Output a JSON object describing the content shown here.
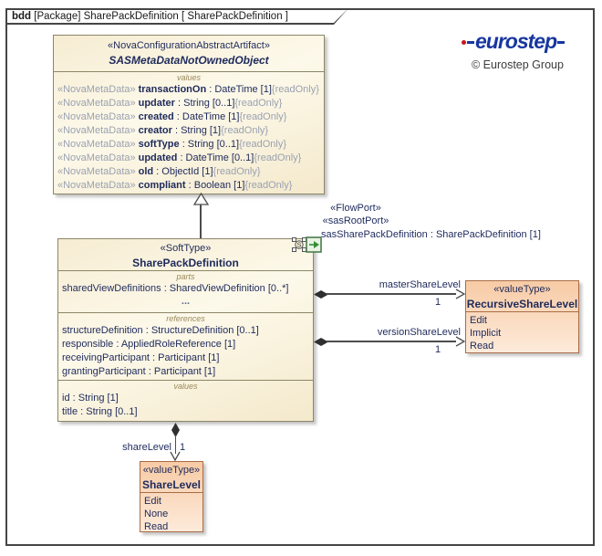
{
  "frame": {
    "kind": "bdd",
    "title": " [Package] SharePackDefinition [ SharePackDefinition ]"
  },
  "logo": {
    "word": "eurostep",
    "copyright": "© Eurostep Group",
    "blue": "#17379f",
    "red": "#c8161d"
  },
  "classes": {
    "sas": {
      "stereotype": "«NovaConfigurationAbstractArtifact»",
      "name": "SASMetaDataNotOwnedObject",
      "values_label": "values",
      "attr_prefix": "«NovaMetaData»",
      "attr_tag": "{readOnly}",
      "attributes": [
        {
          "name": "transactionOn",
          "type": " : DateTime [1]"
        },
        {
          "name": "updater",
          "type": " : String [0..1]"
        },
        {
          "name": "created",
          "type": " : DateTime [1]"
        },
        {
          "name": "creator",
          "type": " : String [1]"
        },
        {
          "name": "softType",
          "type": " : String [0..1]"
        },
        {
          "name": "updated",
          "type": " : DateTime [0..1]"
        },
        {
          "name": "old",
          "type": " : ObjectId [1]"
        },
        {
          "name": "compliant",
          "type": " : Boolean [1]"
        }
      ]
    },
    "spd": {
      "stereotype": "«SoftType»",
      "name": "SharePackDefinition",
      "parts_label": "parts",
      "parts": [
        "sharedViewDefinitions : SharedViewDefinition [0..*]"
      ],
      "parts_more": "...",
      "references_label": "references",
      "references": [
        "structureDefinition : StructureDefinition [0..1]",
        "responsible : AppliedRoleReference [1]",
        "receivingParticipant : Participant [1]",
        "grantingParticipant : Participant [1]"
      ],
      "values_label": "values",
      "values": [
        "id : String [1]",
        "title : String [0..1]"
      ]
    },
    "recursive": {
      "stereotype": "«valueType»",
      "name": "RecursiveShareLevel",
      "literals": [
        "Edit",
        "Implicit",
        "Read"
      ]
    },
    "sharelevel": {
      "stereotype": "«valueType»",
      "name": "ShareLevel",
      "literals": [
        "Edit",
        "None",
        "Read"
      ]
    }
  },
  "port": {
    "stereotype1": "«FlowPort»",
    "stereotype2": "«sasRootPort»",
    "label": "sasSharePackDefinition : SharePackDefinition [1]",
    "fill": "#eaf2e4",
    "border": "#4a7d4e"
  },
  "associations": {
    "master": {
      "name": "masterShareLevel",
      "multiplicity": "1"
    },
    "version": {
      "name": "versionShareLevel",
      "multiplicity": "1"
    },
    "share": {
      "name": "shareLevel",
      "multiplicity": "1"
    }
  },
  "colors": {
    "box_cream": "#fdf9ea",
    "box_peach": "#f7cba5",
    "box_border_cream": "#8c8668",
    "box_border_peach": "#a96c48",
    "text_navy": "#1e2a5c",
    "text_gray": "#9aa1b1",
    "line": "#4d4d4d"
  }
}
